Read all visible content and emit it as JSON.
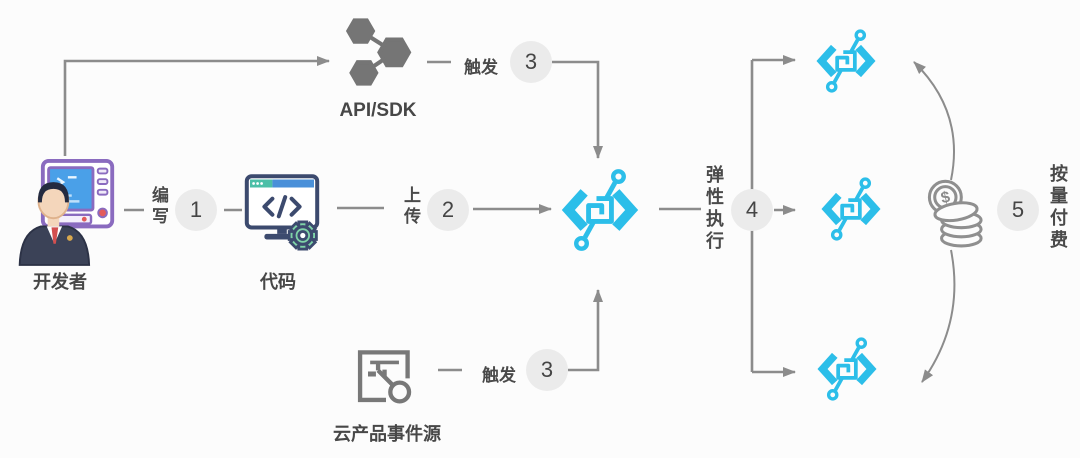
{
  "colors": {
    "accent": "#2CBEE9",
    "line": "#8C8C8C",
    "text": "#4A4A4A",
    "badge_bg": "#EBEBEB",
    "background": "#FCFCFC"
  },
  "nodes": {
    "developer": {
      "label": "开发者",
      "icon": "developer-at-computer-icon"
    },
    "code": {
      "label": "代码",
      "icon": "code-editor-gear-icon"
    },
    "api_sdk": {
      "label": "API/SDK",
      "icon": "hexagon-network-icon"
    },
    "event_source": {
      "label": "云产品事件源",
      "icon": "document-key-icon"
    },
    "function_center": {
      "icon": "serverless-function-icon"
    },
    "function_instances": {
      "icon": "serverless-function-icon",
      "count": 3
    },
    "billing": {
      "icon": "coins-icon",
      "symbol": "$"
    }
  },
  "steps": [
    {
      "number": "1",
      "label": "编写"
    },
    {
      "number": "2",
      "label": "上传"
    },
    {
      "number": "3",
      "label": "触发",
      "location": "top"
    },
    {
      "number": "3",
      "label": "触发",
      "location": "bottom"
    },
    {
      "number": "4",
      "label": "弹性执行"
    },
    {
      "number": "5",
      "label": "按量付费"
    }
  ]
}
